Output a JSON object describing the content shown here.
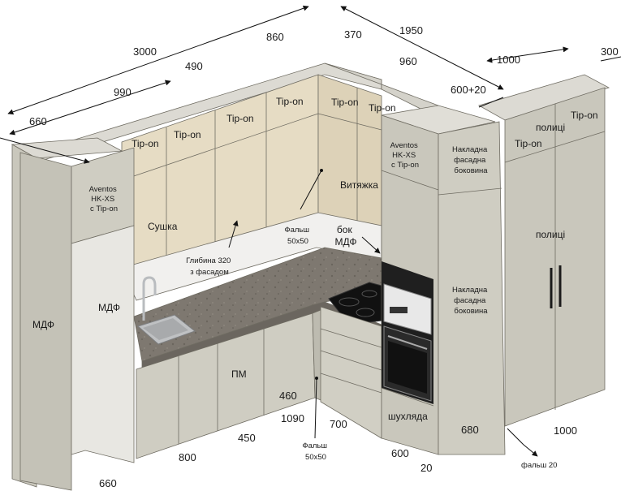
{
  "dimensions": {
    "d3000": "3000",
    "d860": "860",
    "d370": "370",
    "d1950": "1950",
    "d490": "490",
    "d960": "960",
    "d1000_top": "1000",
    "d300": "300",
    "d990": "990",
    "d600_20": "600+20",
    "d660_top": "660",
    "d460": "460",
    "d1090": "1090",
    "d700": "700",
    "d680": "680",
    "d1000_bottom": "1000",
    "d800": "800",
    "d450": "450",
    "d600_bottom": "600",
    "d20": "20",
    "d660_bottom": "660"
  },
  "labels": {
    "tipon_1": "Tip-on",
    "tipon_2": "Tip-on",
    "tipon_3": "Tip-on",
    "tipon_4": "Tip-on",
    "tipon_5": "Tip-on",
    "tipon_6": "Tip-on",
    "tipon_7": "Tip-on",
    "tipon_8": "Tip-on",
    "aventos_left": [
      "Aventos",
      "HK-XS",
      "с Tip-on"
    ],
    "aventos_right": [
      "Aventos",
      "HK-XS",
      "с Tip-on"
    ],
    "nakladna_top": [
      "Накладна",
      "фасадна",
      "боковина"
    ],
    "nakladna_mid": [
      "Накладна",
      "фасадна",
      "боковина"
    ],
    "polytsi_top": "полиці",
    "polytsi_mid": "полиці",
    "vytyazhka": "Витяжка",
    "sushka": "Сушка",
    "mdf_left": "МДФ",
    "mdf_inner": "МДФ",
    "falsh_mid": [
      "Фальш",
      "50x50"
    ],
    "bok_mdf": [
      "бок",
      "МДФ"
    ],
    "hlybyna": [
      "Глибина 320",
      "з фасадом"
    ],
    "pm": "ПМ",
    "shukhlyada": "шухляда",
    "falsh_bottom": [
      "Фальш",
      "50x50"
    ],
    "falsh20": "фальш 20"
  },
  "colors": {
    "upper_cabinet": "#e6dcc4",
    "tall_cabinet": "#c9c7bc",
    "base_cabinet": "#cfcdc2",
    "top_face": "#dcdad3",
    "countertop": "#7e7870",
    "backsplash": "#f1f0ee",
    "oven": "#1f1f1f",
    "handle": "#1a1a1a"
  },
  "icons": {
    "sink": "sink-icon",
    "faucet": "faucet-icon",
    "cooktop": "cooktop-icon",
    "oven": "oven-icon",
    "microwave": "microwave-icon"
  }
}
